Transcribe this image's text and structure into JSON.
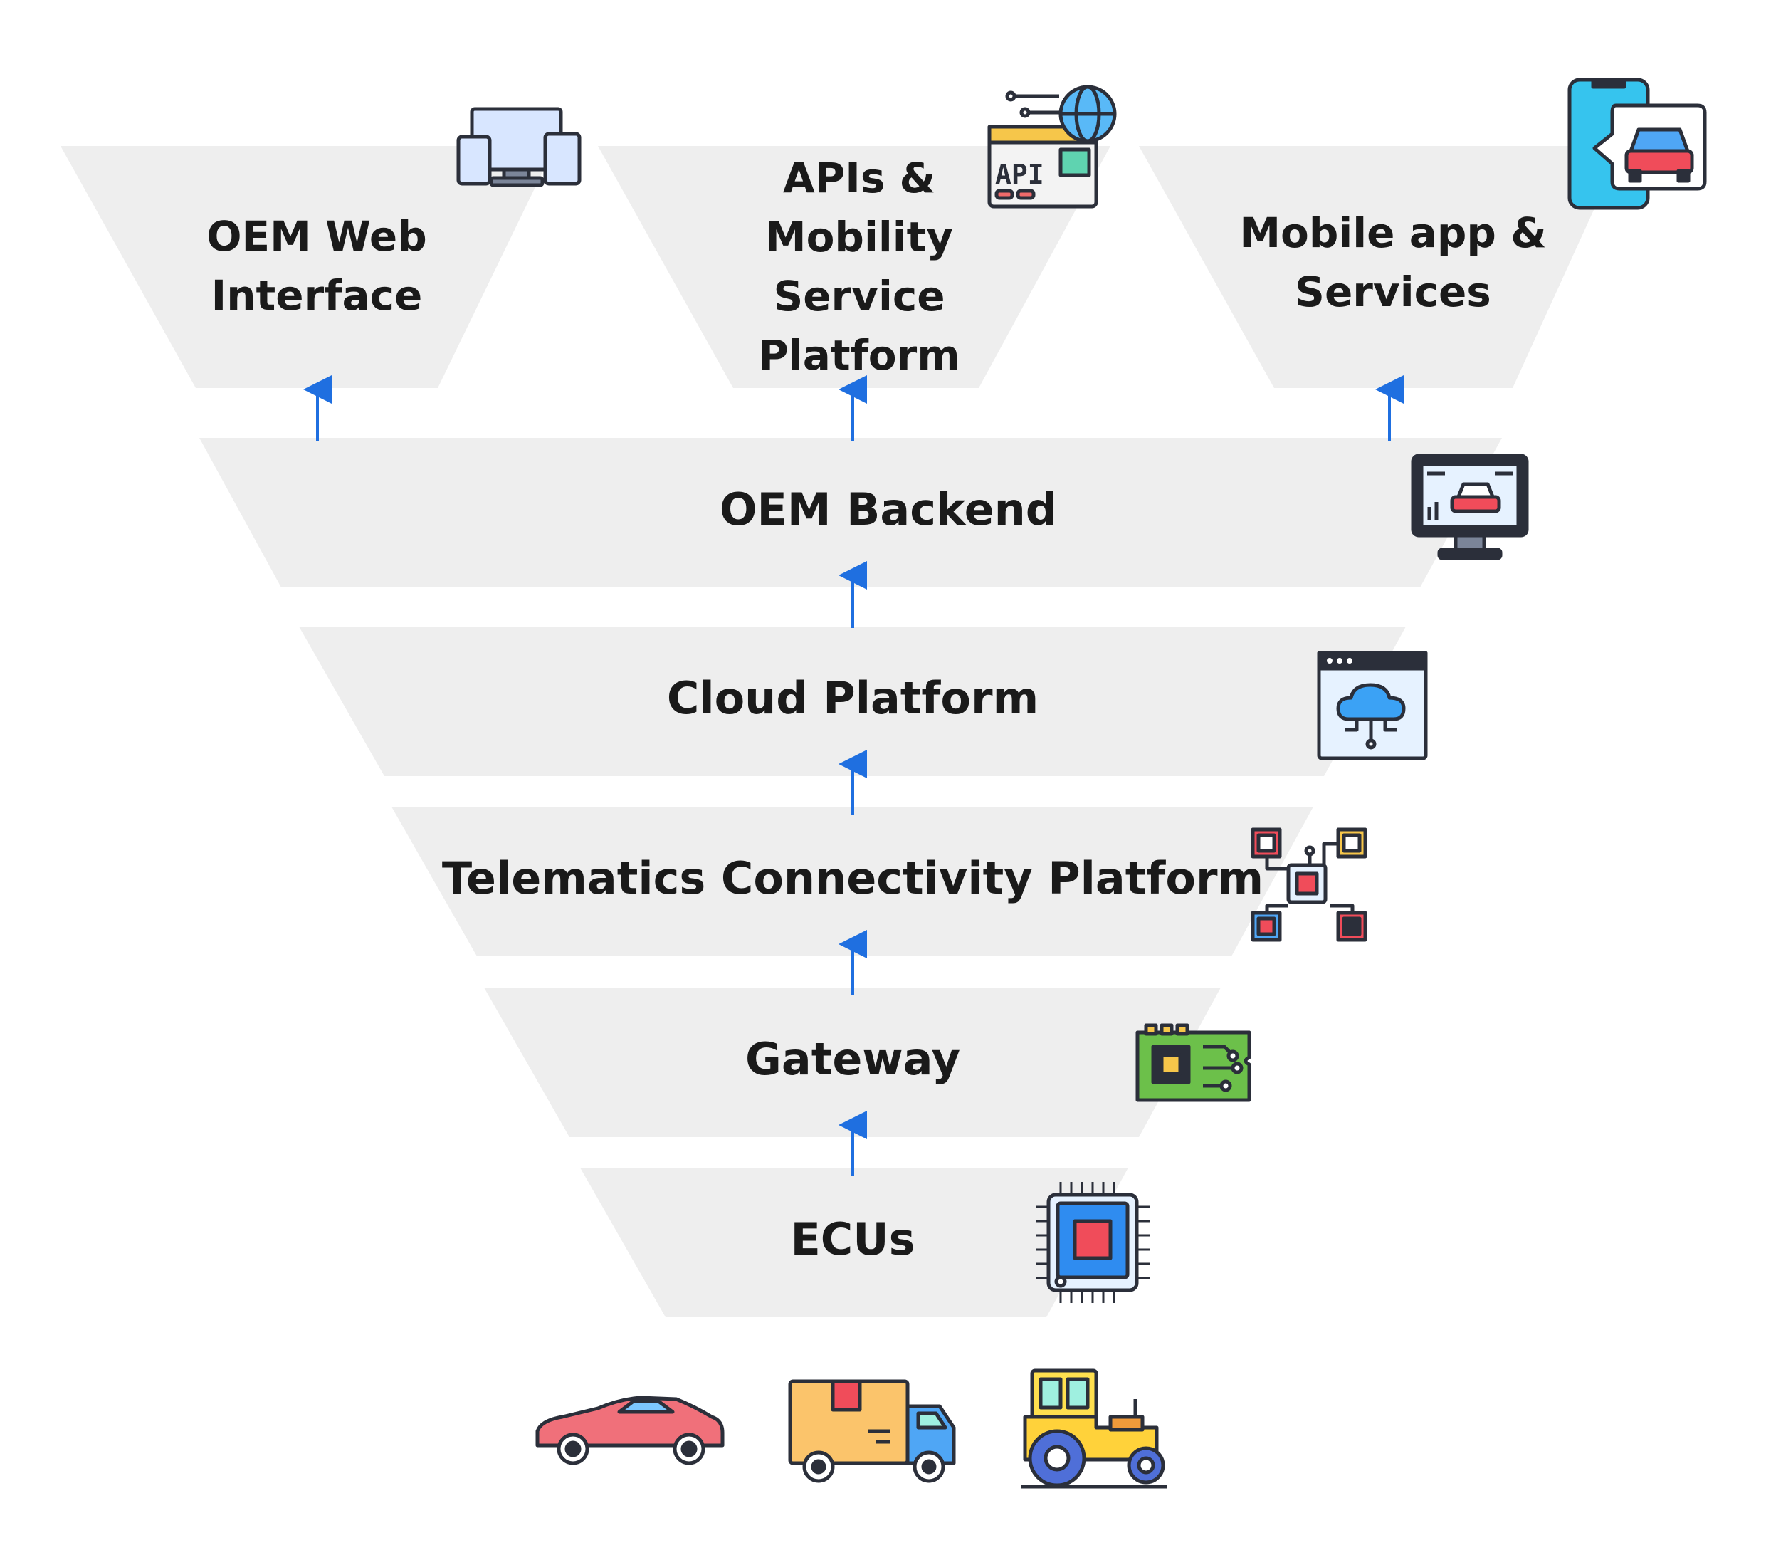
{
  "diagram": {
    "top_boxes": [
      {
        "label_lines": [
          "OEM Web",
          "Interface"
        ],
        "icon": "devices-icon"
      },
      {
        "label_lines": [
          "APIs &",
          "Mobility",
          "Service",
          "Platform"
        ],
        "icon": "api-globe-icon"
      },
      {
        "label_lines": [
          "Mobile app &",
          "Services"
        ],
        "icon": "mobile-car-icon"
      }
    ],
    "layers": [
      {
        "label": "OEM Backend",
        "icon": "monitor-car-icon"
      },
      {
        "label": "Cloud Platform",
        "icon": "cloud-window-icon"
      },
      {
        "label": "Telematics Connectivity Platform",
        "icon": "network-nodes-icon"
      },
      {
        "label": "Gateway",
        "icon": "circuit-board-icon"
      },
      {
        "label": "ECUs",
        "icon": "microchip-icon"
      }
    ],
    "vehicles": [
      "sports-car-icon",
      "delivery-truck-icon",
      "tractor-icon"
    ]
  },
  "colors": {
    "panel": "#eeeeee",
    "arrow": "#1f6fe0",
    "text": "#1a1a1a"
  }
}
